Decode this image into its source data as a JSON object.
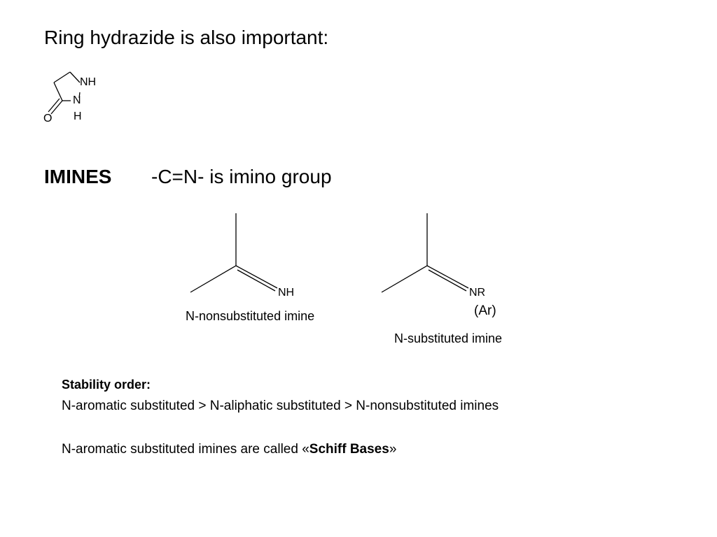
{
  "slide": {
    "heading": "Ring hydrazide is also important:",
    "imines_title": "IMINES",
    "imino_group_text": "-C=N- is imino group",
    "hydrazide_structure": {
      "nh_label": "NH",
      "n_label": "N",
      "h_label": "H",
      "o_label": "O"
    },
    "imine_left": {
      "group_label": "NH",
      "caption": "N-nonsubstituted imine"
    },
    "imine_right": {
      "group_label": "NR",
      "substituent_label": "(Ar)",
      "caption": "N-substituted imine"
    },
    "stability": {
      "heading": "Stability order:",
      "order_text": "N-aromatic substituted > N-aliphatic substituted  > N-nonsubstituted imines"
    },
    "schiff": {
      "prefix": "N-aromatic substituted imines are called «",
      "bold": "Schiff Bases",
      "suffix": "»"
    }
  }
}
